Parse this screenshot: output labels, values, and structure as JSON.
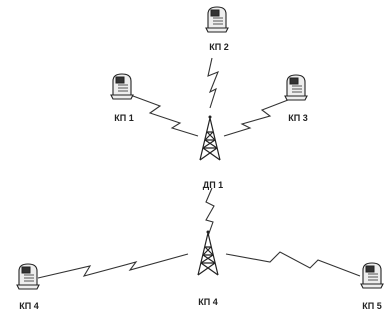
{
  "nodes": {
    "kp1": "КП 1",
    "kp2": "КП 2",
    "kp3": "КП 3",
    "dp1": "ДП 1",
    "kp4": "КП 4",
    "kp5left": "КП 4",
    "kp5right": "КП 5"
  }
}
